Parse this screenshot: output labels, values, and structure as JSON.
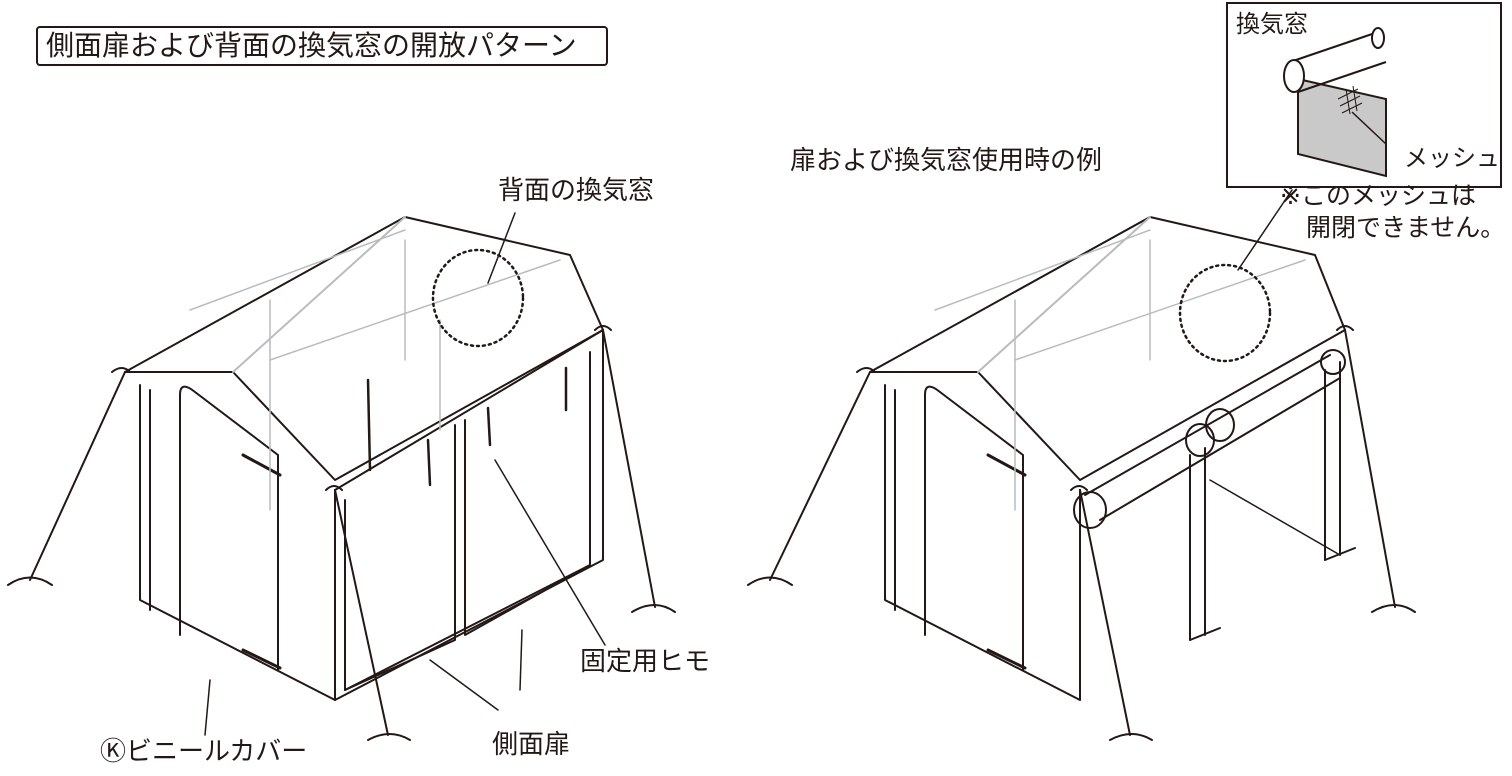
{
  "title": "側面扉および背面の換気窓の開放パターン",
  "left_figure": {
    "label_rear_vent": "背面の換気窓",
    "label_fixing_string": "固定用ヒモ",
    "label_side_door": "側面扉",
    "label_vinyl_cover": "Ⓚビニールカバー"
  },
  "right_figure": {
    "caption": "扉および換気窓使用時の例",
    "inset_title": "換気窓",
    "inset_mesh_label": "メッシュ",
    "note_line1": "※このメッシュは",
    "note_line2": "開閉できません。"
  },
  "colors": {
    "ink": "#231815",
    "frame": "#b9bcbe",
    "mesh_fill": "#c9c9c9"
  }
}
